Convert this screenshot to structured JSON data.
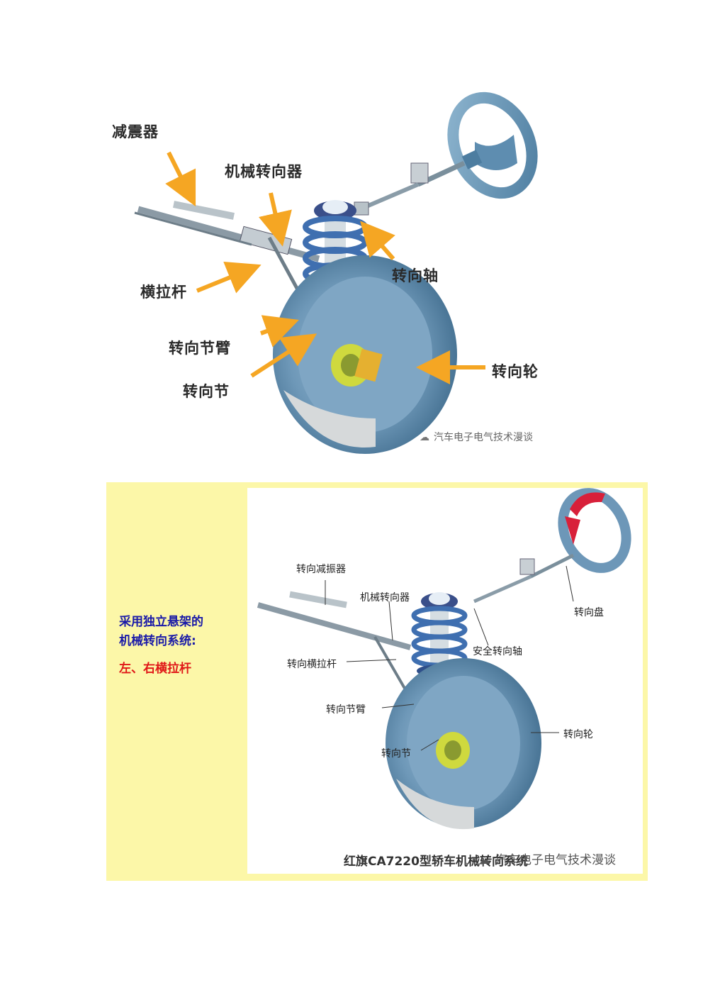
{
  "diagram1": {
    "labels": {
      "shock_absorber": "减震器",
      "mechanical_steering_gear": "机械转向器",
      "tie_rod": "横拉杆",
      "steering_knuckle_arm": "转向节臂",
      "steering_knuckle": "转向节",
      "steering_shaft": "转向轴",
      "steering_wheel_road": "转向轮"
    },
    "watermark": "汽车电子电气技术漫谈"
  },
  "diagram2": {
    "side_title_line1": "采用独立悬架的",
    "side_title_line2": "机械转向系统:",
    "side_highlight": "左、右横拉杆",
    "labels": {
      "steering_damper": "转向减振器",
      "mechanical_steering_gear": "机械转向器",
      "steering_wheel": "转向盘",
      "safety_steering_shaft": "安全转向轴",
      "steering_tie_rod": "转向横拉杆",
      "steering_knuckle_arm": "转向节臂",
      "steering_road_wheel": "转向轮",
      "steering_knuckle": "转向节"
    },
    "caption": "红旗CA7220型轿车机械转向系统",
    "watermark": "汽车电子电气技术漫谈"
  },
  "colors": {
    "panel_bg": "#fcf7a8",
    "arrow": "#f5a623",
    "side_title": "#1a1aa8",
    "side_highlight": "#e01818",
    "tire": "#5e88a8",
    "spring": "#3f6fb0"
  }
}
